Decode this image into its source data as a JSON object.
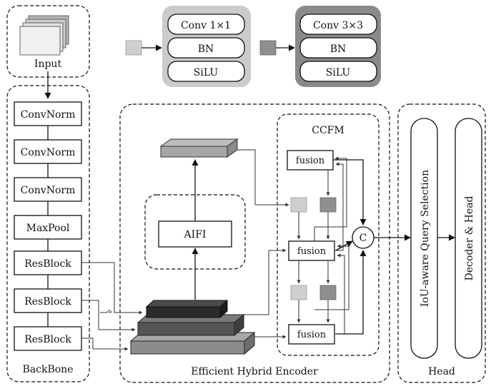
{
  "input": {
    "label": "Input"
  },
  "backbone": {
    "label": "BackBone",
    "blocks": [
      "ConvNorm",
      "ConvNorm",
      "ConvNorm",
      "MaxPool",
      "ResBlock",
      "ResBlock",
      "ResBlock"
    ]
  },
  "legend": {
    "light": {
      "layers": [
        "Conv 1×1",
        "BN",
        "SiLU"
      ],
      "color": "#c8c8c8"
    },
    "dark": {
      "layers": [
        "Conv 3×3",
        "BN",
        "SiLU"
      ],
      "color": "#8a8a8a"
    }
  },
  "encoder": {
    "label": "Efficient Hybrid Encoder",
    "aifi": "AIFI",
    "ccfm": {
      "label": "CCFM",
      "fusion_labels": [
        "fusion",
        "fusion",
        "fusion"
      ],
      "concat_label": "C"
    }
  },
  "head": {
    "label": "Head",
    "query_selection": "IoU-aware Query Selection",
    "decoder": "Decoder & Head"
  },
  "colors": {
    "light_block": "#cfcfcf",
    "dark_block": "#8f8f8f",
    "feature_dark": "#2b2b2b",
    "feature_mid": "#555555",
    "feature_light": "#8c8c8c"
  }
}
